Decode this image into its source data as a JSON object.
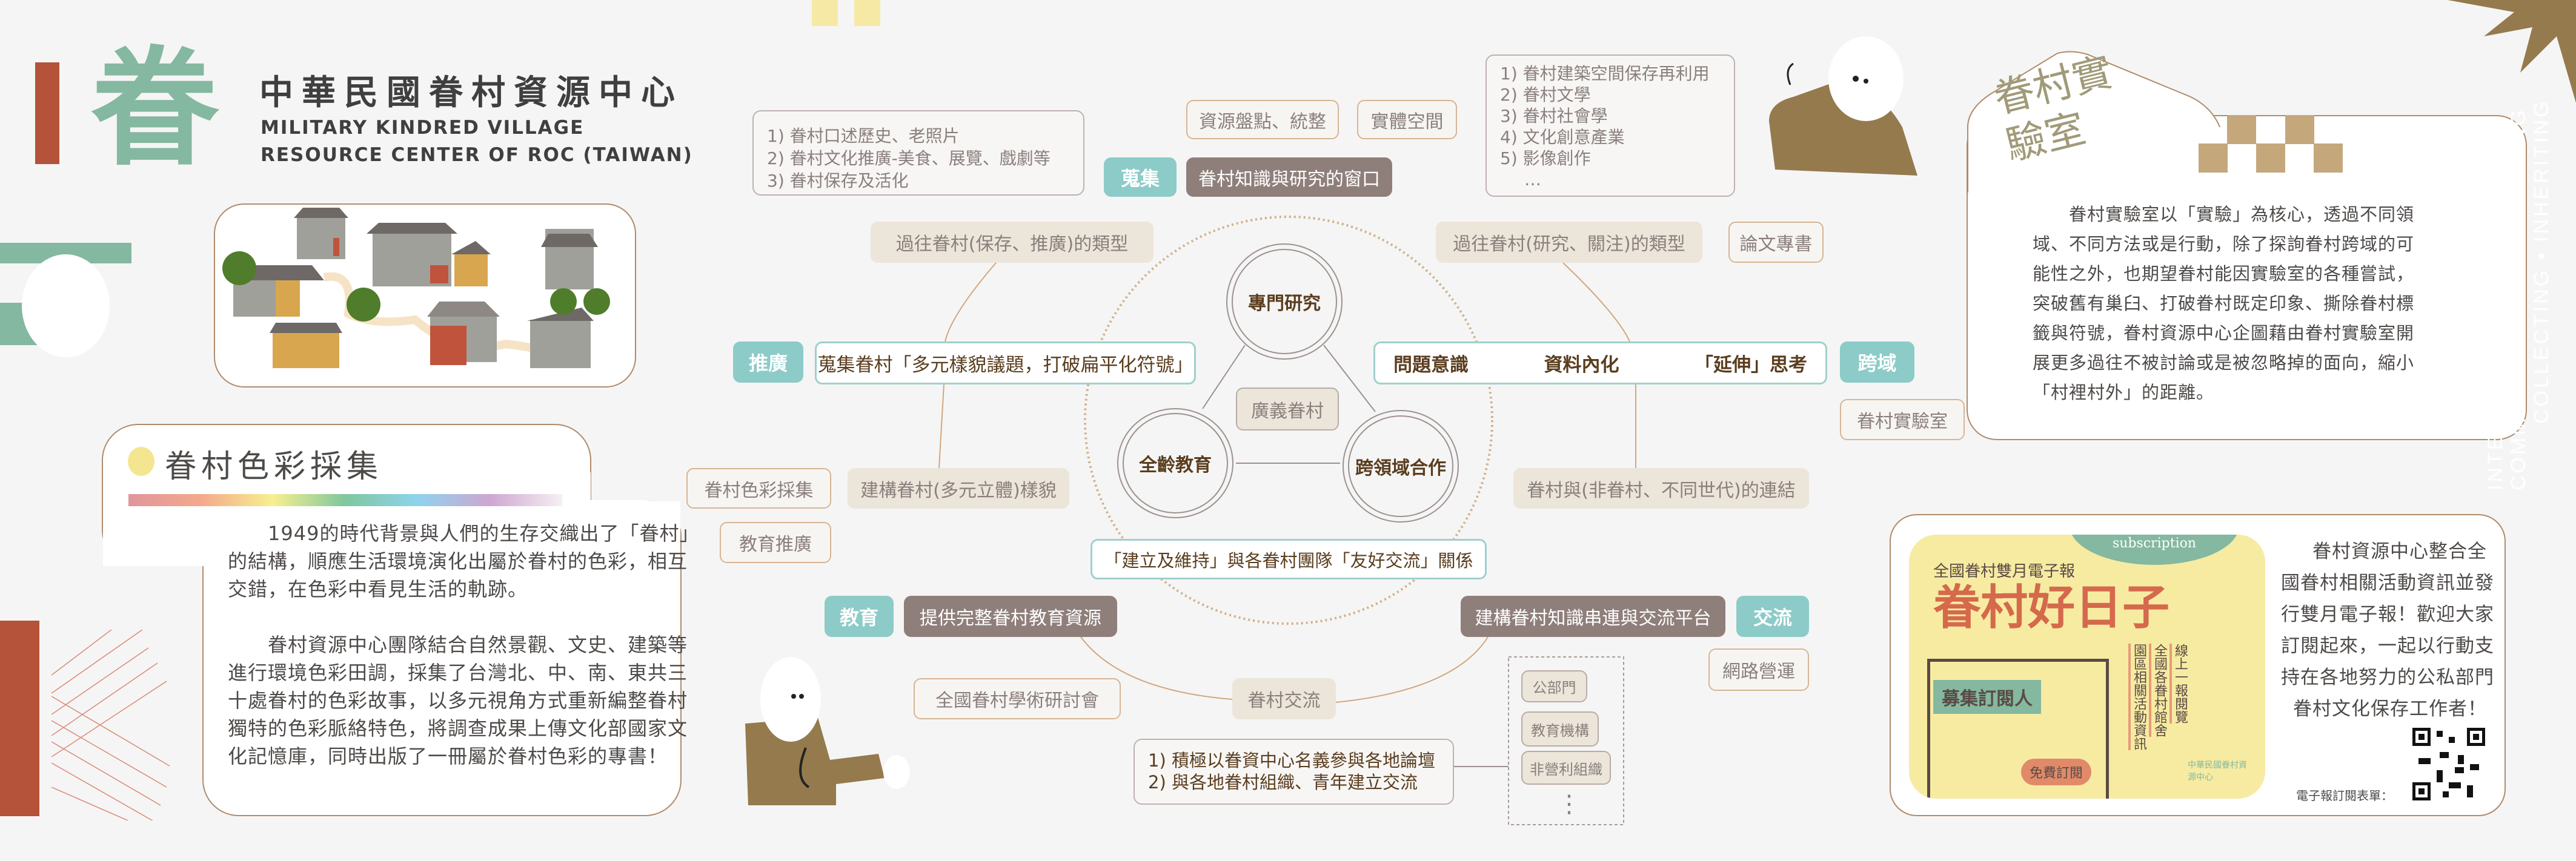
{
  "header": {
    "logo_char": "眷",
    "title": "中華民國眷村資源中心",
    "subtitle_lines": [
      "MILITARY KINDRED VILLAGE",
      "RESOURCE CENTER OF ROC (TAIWAN)"
    ]
  },
  "color_section": {
    "title": "眷村色彩採集",
    "lines": [
      "　　1949的時代背景與人們的生存交織出了「眷村」",
      "的結構，順應生活環境演化出屬於眷村的色彩，相互",
      "交錯，在色彩中看見生活的軌跡。",
      "",
      "　　眷村資源中心團隊結合自然景觀、文史、建築等",
      "進行環境色彩田調，採集了台灣北、中、南、東共三",
      "十處眷村的色彩故事，以多元視角方式重新編整眷村",
      "獨特的色彩脈絡特色，將調查成果上傳文化部國家文",
      "化記憶庫，同時出版了一冊屬於眷村色彩的專書！"
    ]
  },
  "diagram": {
    "list_collect": [
      "1) 眷村口述歷史、老照片",
      "2) 眷村文化推廣-美食、展覽、戲劇等",
      "3) 眷村保存及活化"
    ],
    "list_research": [
      "1) 眷村建築空間保存再利用",
      "2) 眷村文學",
      "3) 眷村社會學",
      "4) 文化創意產業",
      "5) 影像創作",
      "…"
    ],
    "resource_inventory": "資源盤點、統整",
    "physical_space": "實體空間",
    "collect_tag": "蒐集",
    "collect_desc": "眷村知識與研究的窗口",
    "past_preserve": "過往眷村(保存、推廣)的類型",
    "past_research": "過往眷村(研究、關注)的類型",
    "thesis": "論文專書",
    "promote_tag": "推廣",
    "promote_desc": "蒐集眷村「多元樣貌議題，打破扁平化符號」",
    "flow": [
      "問題意識",
      "資料內化",
      "「延伸」思考"
    ],
    "cross_tag": "跨域",
    "lab": "眷村實驗室",
    "core": [
      "專門研究",
      "全齡教育",
      "跨領域合作"
    ],
    "broad": "廣義眷村",
    "color_collect": "眷村色彩採集",
    "edu_promote": "教育推廣",
    "build_look": "建構眷村(多元立體)樣貌",
    "connect": "眷村與(非眷村、不同世代)的連結",
    "relation": "「建立及維持」與各眷村團隊「友好交流」關係",
    "edu_tag": "教育",
    "edu_desc": "提供完整眷村教育資源",
    "exchange_desc": "建構眷村知識串連與交流平台",
    "exchange_tag": "交流",
    "online": "網路營運",
    "symposium": "全國眷村學術研討會",
    "village_exchange": "眷村交流",
    "partners": [
      "公部門",
      "教育機構",
      "非營利組織"
    ],
    "partners_more": "⋮",
    "exchange_list": [
      "1) 積極以眷資中心名義參與各地論壇",
      "2) 與各地眷村組織、青年建立交流"
    ]
  },
  "lab_section": {
    "title": "眷村實驗室",
    "lines": [
      "　　眷村實驗室以「實驗」為核心，透過不同領",
      "域、不同方法或是行動，除了探詢眷村跨域的可",
      "能性之外，也期望眷村能因實驗室的各種嘗試，",
      "突破舊有巢臼、打破眷村既定印象、撕除眷村標",
      "籤與符號，眷村資源中心企圖藉由眷村實驗室開",
      "展更多過往不被討論或是被忽略掉的面向，縮小",
      "「村裡村外」的距離。"
    ],
    "vertical": [
      "COLLECTING • INHERITING",
      "COMMUNICATING • PROMOTING",
      "INTERDISCIPLINARY LEARNING"
    ]
  },
  "newsletter": {
    "poster_sub": "全國眷村雙月電子報",
    "poster_title": "眷村好日子",
    "poster_tag": "subscription",
    "poster_recruit": "募集訂閱人",
    "poster_free": "免費訂閱",
    "poster_cols": [
      "線上一報閱覽",
      "全國各眷村館舍",
      "園區相關活動資訊"
    ],
    "poster_logo": "中華民國眷村資源中心",
    "lines": [
      "眷村資源中心整合全",
      "國眷村相關活動資訊並發",
      "行雙月電子報！歡迎大家",
      "訂閱起來，一起以行動支",
      "持在各地努力的公私部門",
      "眷村文化保存工作者！"
    ],
    "qr_label": "電子報訂閱表單："
  },
  "colors": {
    "teal": "#8ccbc8",
    "brown": "#8f7f7b",
    "beige": "#ece5da",
    "green": "#84b8a0",
    "red": "#b4523a",
    "gold": "#957a4d"
  }
}
